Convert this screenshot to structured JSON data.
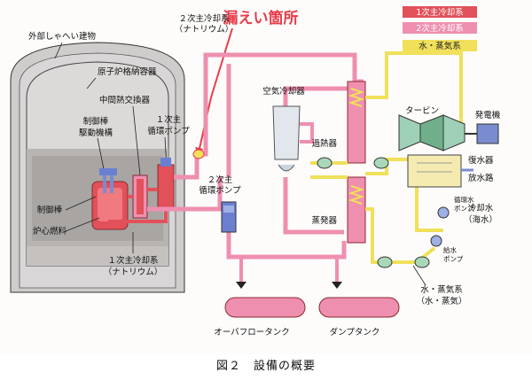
{
  "legend": {
    "primary": "1次主冷却系",
    "secondary": "2次主冷却系",
    "water_steam": "水・蒸気系",
    "colors": {
      "primary": "#e2505a",
      "secondary": "#ef8fb0",
      "water_steam": "#f0e05a",
      "leak": "#e83c4a"
    }
  },
  "labels": {
    "leak_point": "漏えい箇所",
    "secondary_loop": "２次主冷却系\n（ナトリウム）",
    "outer_building": "外部しゃへい建物",
    "containment": "原子炉格納容器",
    "intermediate_hx": "中間熱交換器",
    "control_rod_drive": "制御棒\n駆動機構",
    "secondary_pump_top": "１次主\n循環ポンプ",
    "control_rod": "制御棒",
    "core_fuel": "炉心燃料",
    "primary_loop": "１次主冷却系\n（ナトリウム）",
    "air_cooler": "空気冷却器",
    "secondary_pump": "２次主\n循環ポンプ",
    "superheater": "過熱器",
    "evaporator": "蒸発器",
    "turbine": "タービン",
    "generator": "発電機",
    "condenser": "復水器",
    "discharge_channel": "放水路",
    "cooling_water": "冷却水\n（海水）",
    "circ_pump": "循環水\nポンプ",
    "feed_pump": "給水\nポンプ",
    "water_steam_system": "水・蒸気系\n（水・蒸気）",
    "overflow_tank": "オーバフロータンク",
    "dump_tank": "ダンプタンク"
  },
  "caption": "図２　設備の概要"
}
